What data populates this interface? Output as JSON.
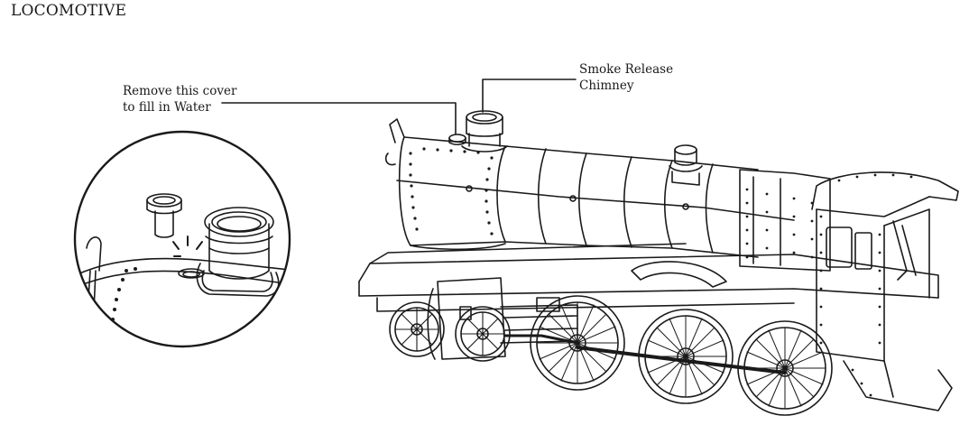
{
  "title": "LOCOMOTIVE",
  "callouts": {
    "cover": {
      "line1": "Remove this cover",
      "line2": "to fill in Water"
    },
    "chimney": {
      "line1": "Smoke Release",
      "line2": "Chimney"
    }
  },
  "colors": {
    "stroke": "#1a1a1a",
    "background": "#ffffff"
  }
}
